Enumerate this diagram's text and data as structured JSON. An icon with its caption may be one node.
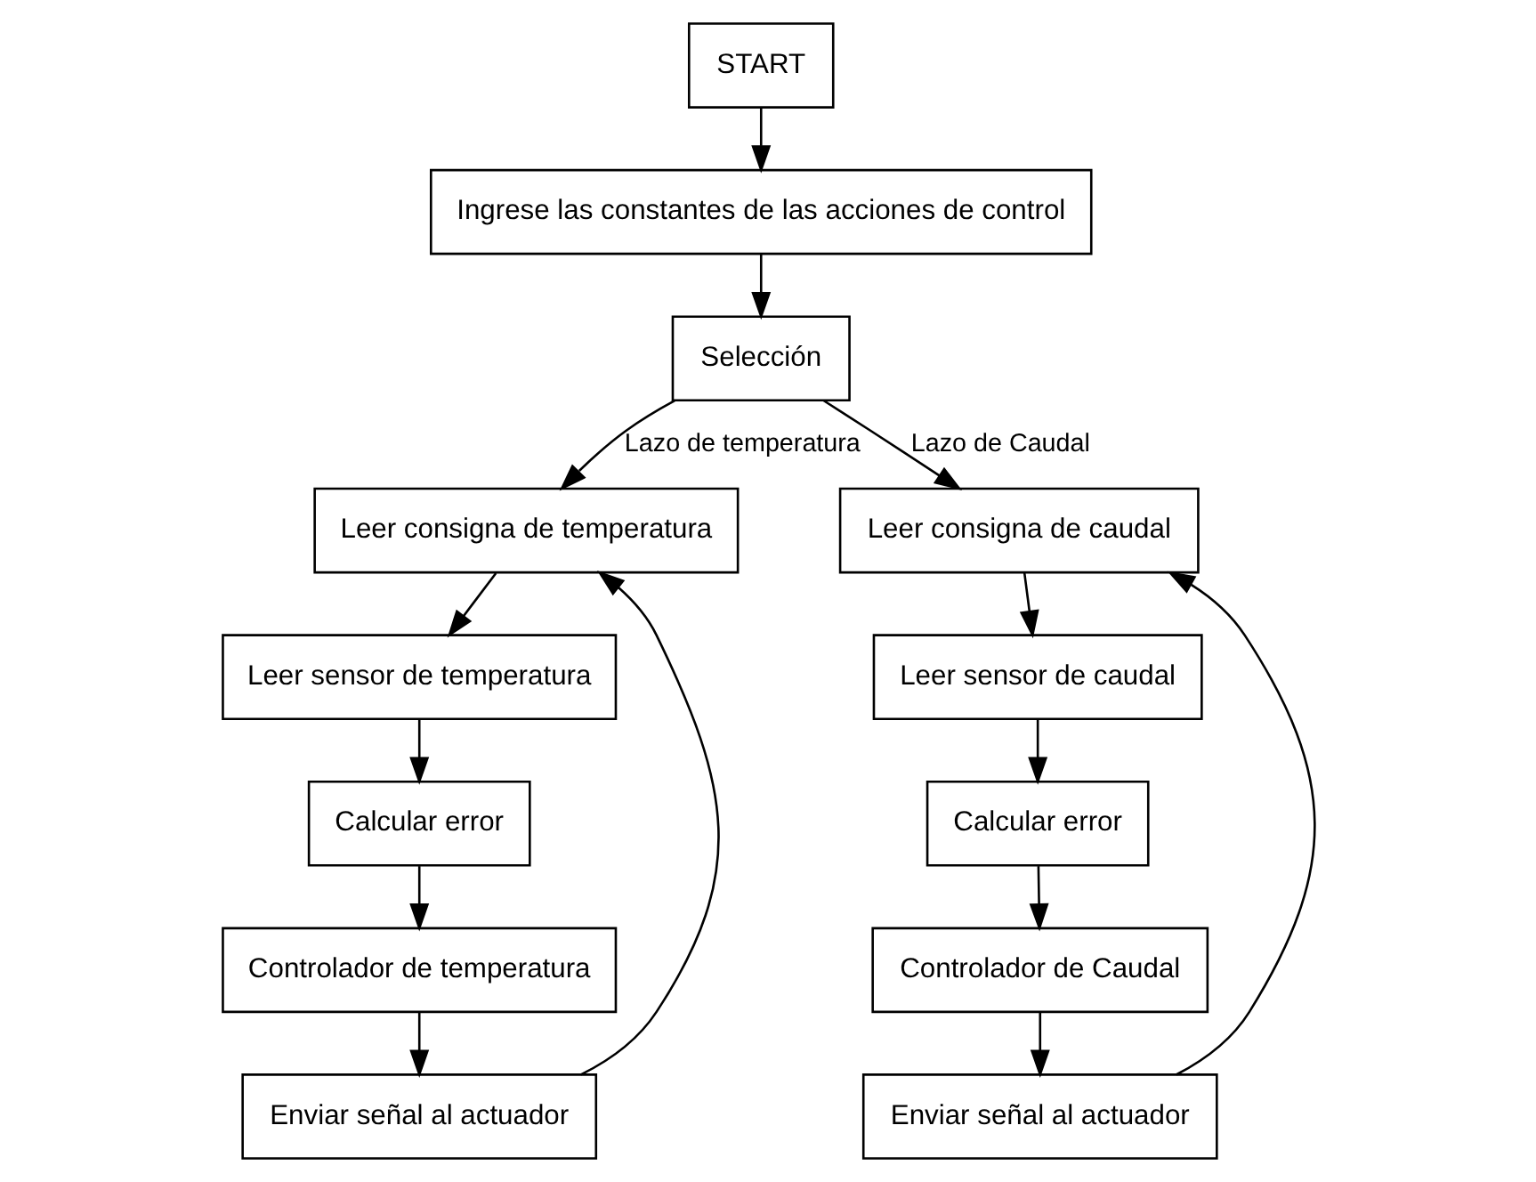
{
  "diagram": {
    "nodes": [
      {
        "text": [
          "START"
        ]
      },
      {
        "text": [
          "Ingrese las constantes de las acciones de control"
        ]
      },
      {
        "text": [
          "Selección"
        ]
      },
      {
        "text": [
          "Leer consigna de temperatura"
        ]
      },
      {
        "text": [
          "Leer sensor de temperatura"
        ]
      },
      {
        "text": [
          "Calcular error"
        ]
      },
      {
        "text": [
          "Controlador de temperatura"
        ]
      },
      {
        "text": [
          "Enviar señal al actuador"
        ]
      },
      {
        "text": [
          "Leer consigna de caudal"
        ]
      },
      {
        "text": [
          "Leer sensor de caudal"
        ]
      },
      {
        "text": [
          "Calcular error"
        ]
      },
      {
        "text": [
          "Controlador de Caudal"
        ]
      },
      {
        "text": [
          "Enviar señal al actuador"
        ]
      }
    ],
    "edges": [
      {
        "from": 0,
        "to": 1,
        "arrow": "to"
      },
      {
        "from": 1,
        "to": 2,
        "arrow": "to"
      },
      {
        "from": 2,
        "to": 3,
        "arrow": "to",
        "label": "Lazo de temperatura"
      },
      {
        "from": 3,
        "to": 4,
        "arrow": "to"
      },
      {
        "from": 4,
        "to": 5,
        "arrow": "to"
      },
      {
        "from": 5,
        "to": 6,
        "arrow": "to"
      },
      {
        "from": 6,
        "to": 7,
        "arrow": "to"
      },
      {
        "from": 7,
        "to": 3,
        "arrow": "to"
      },
      {
        "from": 2,
        "to": 8,
        "arrow": "to",
        "label": "Lazo de Caudal"
      },
      {
        "from": 8,
        "to": 9,
        "arrow": "to"
      },
      {
        "from": 9,
        "to": 10,
        "arrow": "to"
      },
      {
        "from": 10,
        "to": 11,
        "arrow": "to"
      },
      {
        "from": 11,
        "to": 12,
        "arrow": "to"
      },
      {
        "from": 12,
        "to": 8,
        "arrow": "to"
      }
    ]
  }
}
